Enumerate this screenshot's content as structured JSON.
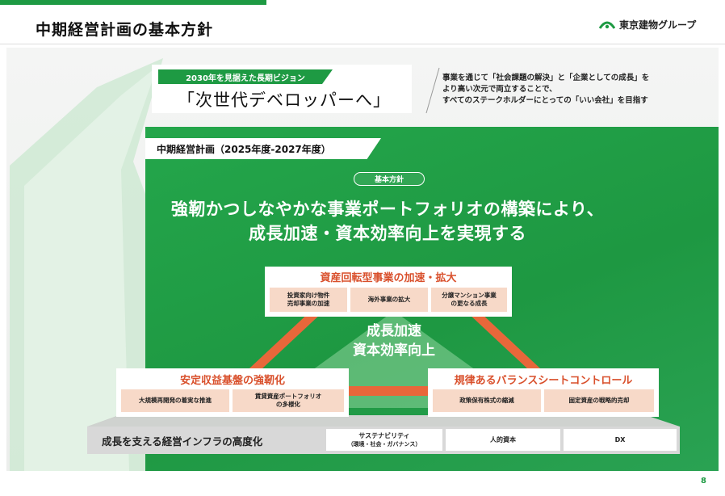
{
  "header": {
    "title": "中期経営計画の基本方針",
    "logo_text": "東京建物グループ",
    "brand_color": "#1e9a43"
  },
  "vision": {
    "tag": "2030年を見据えた長期ビジョン",
    "main": "「次世代デベロッパーへ」",
    "desc_lines": [
      "事業を通じて「社会課題の解決」と「企業としての成長」を",
      "より高い次元で両立することで、",
      "すべてのステークホルダーにとっての「いい会社」を目指す"
    ]
  },
  "plan": {
    "tag": "中期経営計画（2025年度-2027年度）",
    "policy_pill": "基本方針",
    "headline_lines": [
      "強靭かつしなやかな事業ポートフォリオの構築により、",
      "成長加速・資本効率向上を実現する"
    ]
  },
  "center": {
    "lines": [
      "成長加速",
      "資本効率向上"
    ]
  },
  "top_box": {
    "title": "資産回転型事業の加速・拡大",
    "items": [
      "投資家向け物件\n売却事業の加速",
      "海外事業の拡大",
      "分譲マンション事業\nの更なる成長"
    ]
  },
  "left_box": {
    "title": "安定収益基盤の強靭化",
    "items": [
      "大規模再開発の着実な推進",
      "賃貸資産ポートフォリオ\nの多様化"
    ]
  },
  "right_box": {
    "title": "規律あるバランスシートコントロール",
    "items": [
      "政策保有株式の縮減",
      "固定資産の戦略的売却"
    ]
  },
  "infra": {
    "label": "成長を支える経営インフラの高度化",
    "items": [
      {
        "line1": "サステナビリティ",
        "line2": "（環境・社会・ガバナンス）"
      },
      {
        "line1": "人的資本",
        "line2": ""
      },
      {
        "line1": "DX",
        "line2": ""
      }
    ]
  },
  "page_number": "8",
  "colors": {
    "green": "#1e9a43",
    "accent_orange": "#d9502c",
    "sub_box": "#f7d9c8",
    "triangle": "#e8673a"
  }
}
